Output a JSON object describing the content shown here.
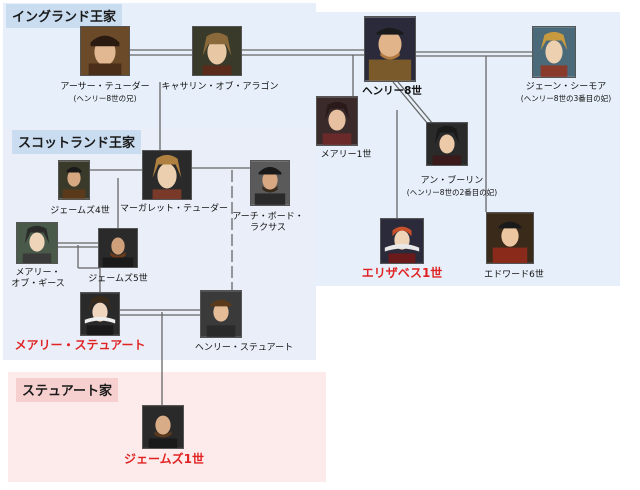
{
  "sections": {
    "england": "イングランド王家",
    "scotland": "スコットランド王家",
    "stuart": "ステュアート家"
  },
  "people": {
    "arthur": {
      "name": "アーサー・テューダー",
      "note": "(ヘンリー8世の兄)"
    },
    "catherine": {
      "name": "キャサリン・オブ・アラゴン"
    },
    "henry8": {
      "name": "ヘンリー8世"
    },
    "jane": {
      "name": "ジェーン・シーモア",
      "note": "(ヘンリー8世の3番目の妃)"
    },
    "mary1": {
      "name": "メアリー1世"
    },
    "anne": {
      "name": "アン・ブーリン",
      "note": "(ヘンリー8世の2番目の妃)"
    },
    "elizabeth1": {
      "name": "エリザベス1世"
    },
    "edward6": {
      "name": "エドワード6世"
    },
    "james4": {
      "name": "ジェームズ4世"
    },
    "margaret": {
      "name": "マーガレット・テューダー"
    },
    "archibald": {
      "name_line1": "アーチ・ボード・",
      "name_line2": "ラクサス"
    },
    "maryguise": {
      "name_line1": "メアリー・",
      "name_line2": "オブ・ギース"
    },
    "james5": {
      "name": "ジェームズ5世"
    },
    "maryqs": {
      "name": "メアリー・ステュアート"
    },
    "henrystuart": {
      "name": "ヘンリー・ステュアート"
    },
    "james1": {
      "name": "ジェームズ1世"
    }
  },
  "colors": {
    "highlight": "#e02424",
    "england_bg": "#e7f0fa",
    "scotland_bg": "#eaeef8",
    "stuart_bg": "#fdeaea",
    "line": "#666666"
  }
}
